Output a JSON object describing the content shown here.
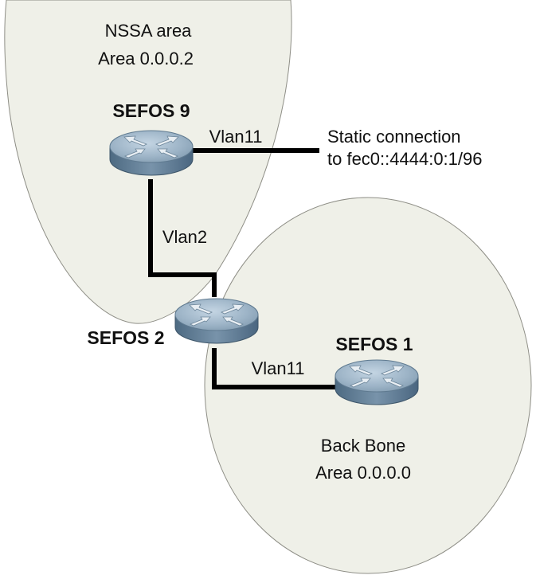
{
  "areas": {
    "nssa": {
      "line1": "NSSA area",
      "line2": "Area 0.0.0.2"
    },
    "backbone": {
      "line1": "Back Bone",
      "line2": "Area 0.0.0.0"
    }
  },
  "routers": {
    "sefos9": {
      "label": "SEFOS 9",
      "icon": "router-icon"
    },
    "sefos2": {
      "label": "SEFOS 2",
      "icon": "router-icon"
    },
    "sefos1": {
      "label": "SEFOS 1",
      "icon": "router-icon"
    }
  },
  "links": {
    "sefos9_static": {
      "label": "Vlan11"
    },
    "sefos9_sefos2": {
      "label": "Vlan2"
    },
    "sefos2_sefos1": {
      "label": "Vlan11"
    }
  },
  "static_connection": {
    "line1": "Static connection",
    "line2": "to fec0::4444:0:1/96"
  },
  "colors": {
    "area_fill": "#eff0e8",
    "area_stroke": "#8e8e86",
    "router_body": "#8aa3b8",
    "link": "#000000"
  }
}
